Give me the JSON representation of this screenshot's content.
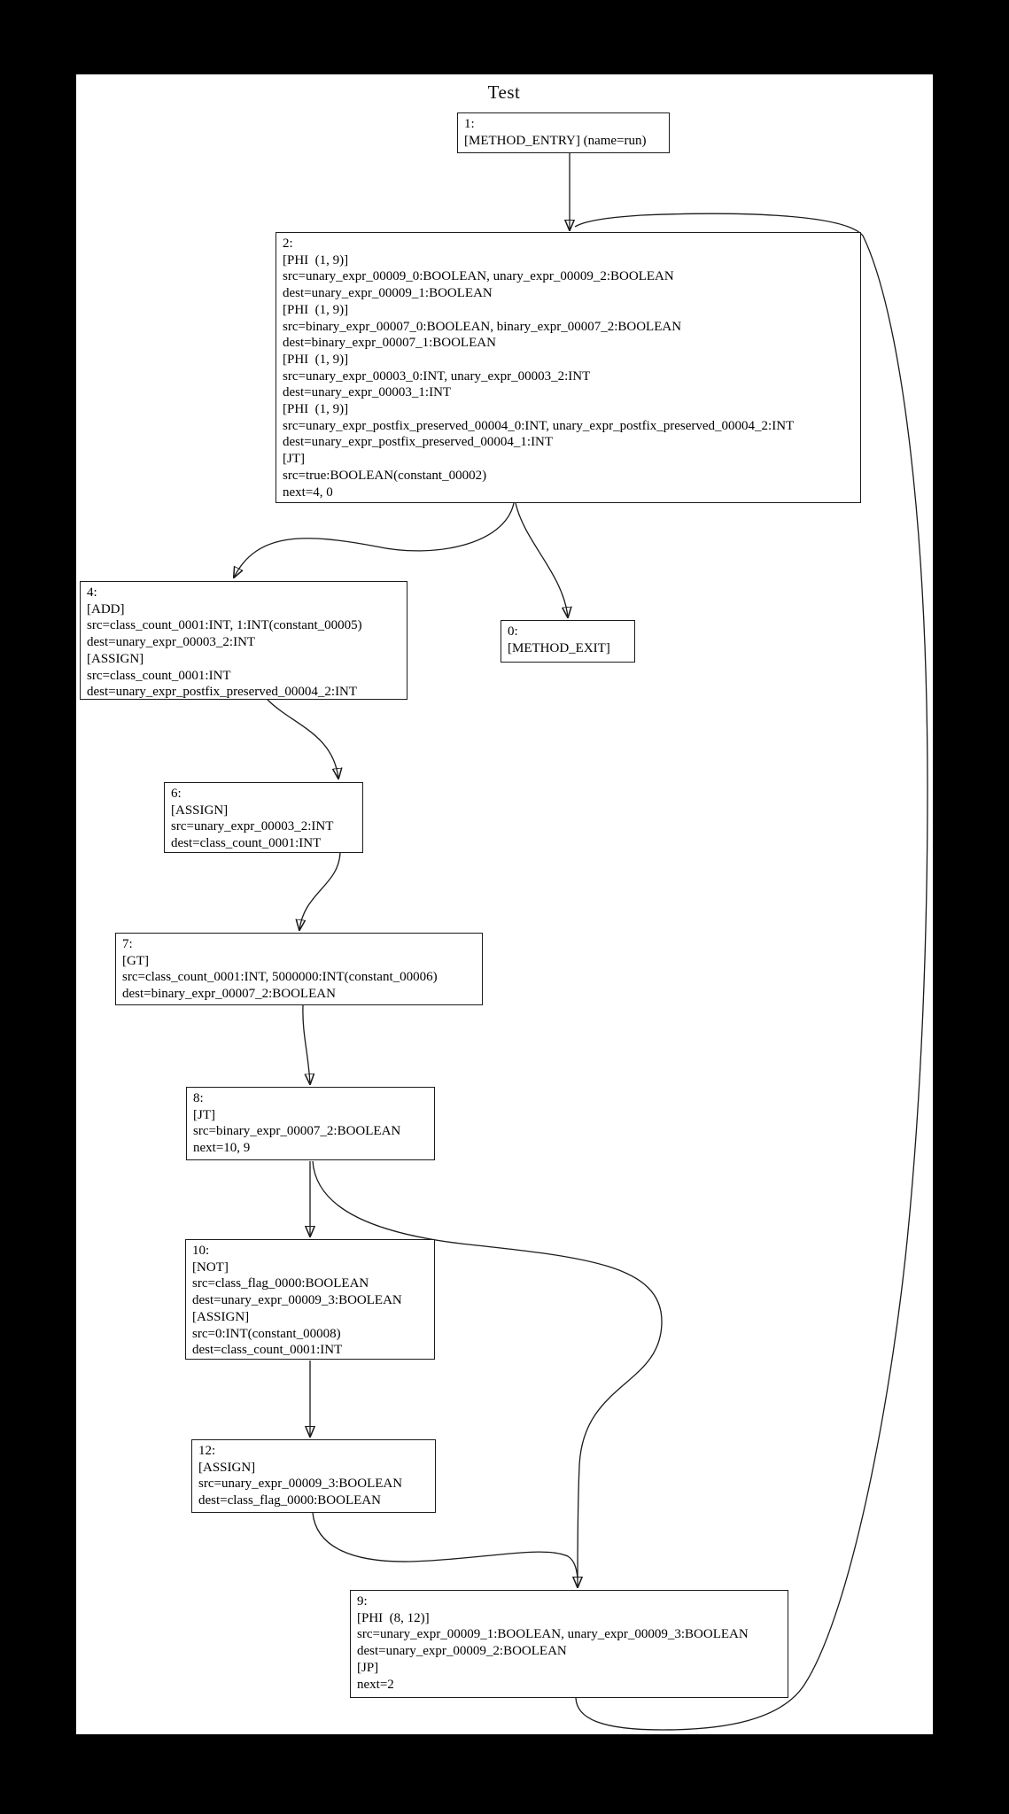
{
  "title": "Test",
  "colors": {
    "page_background": "#000000",
    "canvas_background": "#ffffff",
    "node_border": "#1c1c1c",
    "edge": "#1a1a1a",
    "text": "#000000"
  },
  "nodes": {
    "n1": {
      "id": "1",
      "lines": [
        "1:",
        "[METHOD_ENTRY] (name=run)"
      ]
    },
    "n2": {
      "id": "2",
      "lines": [
        "2:",
        "[PHI  (1, 9)]",
        "src=unary_expr_00009_0:BOOLEAN, unary_expr_00009_2:BOOLEAN",
        "dest=unary_expr_00009_1:BOOLEAN",
        "[PHI  (1, 9)]",
        "src=binary_expr_00007_0:BOOLEAN, binary_expr_00007_2:BOOLEAN",
        "dest=binary_expr_00007_1:BOOLEAN",
        "[PHI  (1, 9)]",
        "src=unary_expr_00003_0:INT, unary_expr_00003_2:INT",
        "dest=unary_expr_00003_1:INT",
        "[PHI  (1, 9)]",
        "src=unary_expr_postfix_preserved_00004_0:INT, unary_expr_postfix_preserved_00004_2:INT",
        "dest=unary_expr_postfix_preserved_00004_1:INT",
        "[JT]",
        "src=true:BOOLEAN(constant_00002)",
        "next=4, 0"
      ]
    },
    "n4": {
      "id": "4",
      "lines": [
        "4:",
        "[ADD]",
        "src=class_count_0001:INT, 1:INT(constant_00005)",
        "dest=unary_expr_00003_2:INT",
        "[ASSIGN]",
        "src=class_count_0001:INT",
        "dest=unary_expr_postfix_preserved_00004_2:INT"
      ]
    },
    "n0": {
      "id": "0",
      "lines": [
        "0:",
        "[METHOD_EXIT]"
      ]
    },
    "n6": {
      "id": "6",
      "lines": [
        "6:",
        "[ASSIGN]",
        "src=unary_expr_00003_2:INT",
        "dest=class_count_0001:INT"
      ]
    },
    "n7": {
      "id": "7",
      "lines": [
        "7:",
        "[GT]",
        "src=class_count_0001:INT, 5000000:INT(constant_00006)",
        "dest=binary_expr_00007_2:BOOLEAN"
      ]
    },
    "n8": {
      "id": "8",
      "lines": [
        "8:",
        "[JT]",
        "src=binary_expr_00007_2:BOOLEAN",
        "next=10, 9"
      ]
    },
    "n10": {
      "id": "10",
      "lines": [
        "10:",
        "[NOT]",
        "src=class_flag_0000:BOOLEAN",
        "dest=unary_expr_00009_3:BOOLEAN",
        "[ASSIGN]",
        "src=0:INT(constant_00008)",
        "dest=class_count_0001:INT"
      ]
    },
    "n12": {
      "id": "12",
      "lines": [
        "12:",
        "[ASSIGN]",
        "src=unary_expr_00009_3:BOOLEAN",
        "dest=class_flag_0000:BOOLEAN"
      ]
    },
    "n9": {
      "id": "9",
      "lines": [
        "9:",
        "[PHI  (8, 12)]",
        "src=unary_expr_00009_1:BOOLEAN, unary_expr_00009_3:BOOLEAN",
        "dest=unary_expr_00009_2:BOOLEAN",
        "[JP]",
        "next=2"
      ]
    },
    "edges": [
      {
        "from": "1",
        "to": "2"
      },
      {
        "from": "2",
        "to": "4"
      },
      {
        "from": "2",
        "to": "0"
      },
      {
        "from": "4",
        "to": "6"
      },
      {
        "from": "6",
        "to": "7"
      },
      {
        "from": "7",
        "to": "8"
      },
      {
        "from": "8",
        "to": "10"
      },
      {
        "from": "8",
        "to": "9"
      },
      {
        "from": "10",
        "to": "12"
      },
      {
        "from": "12",
        "to": "9"
      },
      {
        "from": "9",
        "to": "2"
      }
    ]
  }
}
